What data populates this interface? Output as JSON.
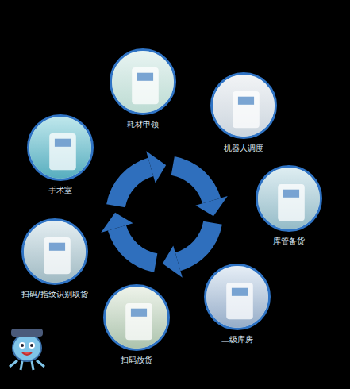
{
  "diagram": {
    "nodes": [
      {
        "text": [
          "耗材申领"
        ]
      },
      {
        "text": [
          "机器人调度"
        ]
      },
      {
        "text": [
          "库管备货"
        ]
      },
      {
        "text": [
          "二级库房"
        ]
      },
      {
        "text": [
          "扫码放货"
        ]
      },
      {
        "text": [
          "扫码/指纹识别取货"
        ]
      },
      {
        "text": [
          "手术室"
        ]
      }
    ]
  }
}
